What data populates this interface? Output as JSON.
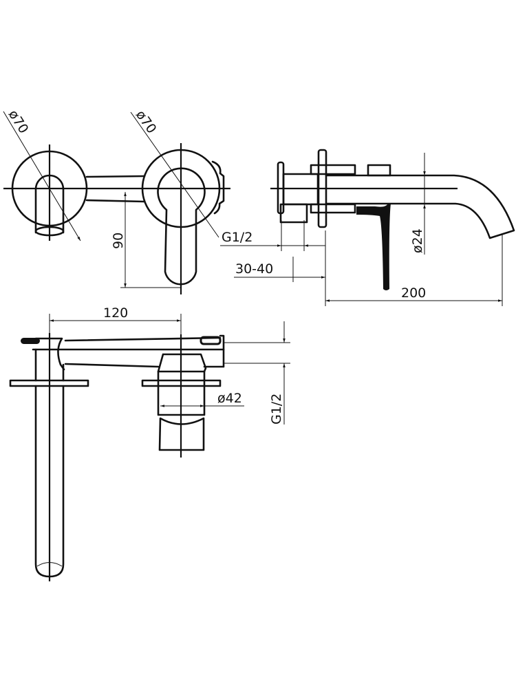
{
  "drawing": {
    "title": "Wall-mounted basin mixer technical drawing",
    "front_view": {
      "dia_left": "ø70",
      "dia_right": "ø70",
      "thread": "G1/2",
      "height": "90"
    },
    "side_view": {
      "wall_depth": "30-40",
      "spout_dia": "ø24",
      "projection": "200"
    },
    "top_view": {
      "spacing": "120",
      "body_dia": "ø42",
      "thread": "G1/2"
    }
  }
}
